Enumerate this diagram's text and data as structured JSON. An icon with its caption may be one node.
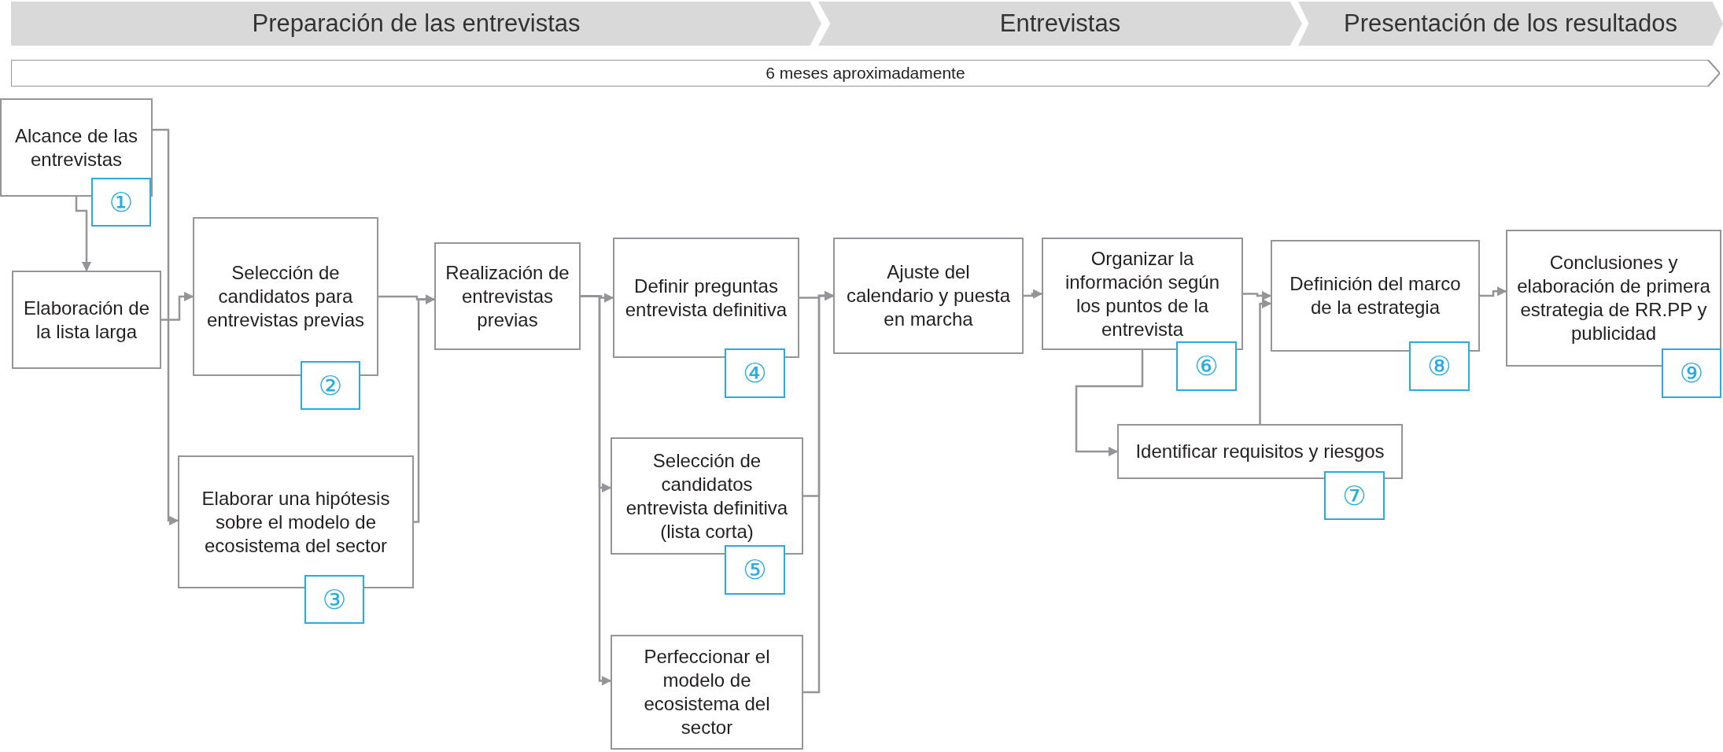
{
  "diagram": {
    "nodes": [
      {
        "text": [
          "Preparación de las entrevistas"
        ]
      },
      {
        "text": [
          "Entrevistas"
        ]
      },
      {
        "text": [
          "Presentación de los resultados"
        ]
      },
      {
        "text": [
          "6 meses aproximadamente"
        ]
      },
      {
        "text": [
          "Alcance de las entrevistas"
        ]
      },
      {
        "text": [
          "①"
        ]
      },
      {
        "text": [
          "Elaboración de la lista larga"
        ]
      },
      {
        "text": [
          "Selección de candidatos para entrevistas previas"
        ]
      },
      {
        "text": [
          "②"
        ]
      },
      {
        "text": [
          "Elaborar una hipótesis sobre el modelo de ecosistema del sector"
        ]
      },
      {
        "text": [
          "③"
        ]
      },
      {
        "text": [
          "Realización de entrevistas previas"
        ]
      },
      {
        "text": [
          "Definir preguntas entrevista definitiva"
        ]
      },
      {
        "text": [
          "④"
        ]
      },
      {
        "text": [
          "Selección de candidatos entrevista definitiva (lista corta)"
        ]
      },
      {
        "text": [
          "⑤"
        ]
      },
      {
        "text": [
          "Perfeccionar el modelo de ecosistema del sector"
        ]
      },
      {
        "text": [
          "Ajuste del calendario y puesta en marcha"
        ]
      },
      {
        "text": [
          "Organizar la información según los puntos de la entrevista"
        ]
      },
      {
        "text": [
          "⑥"
        ]
      },
      {
        "text": [
          "Identificar requisitos y riesgos"
        ]
      },
      {
        "text": [
          "⑦"
        ]
      },
      {
        "text": [
          "Definición del marco de la estrategia"
        ]
      },
      {
        "text": [
          "⑧"
        ]
      },
      {
        "text": [
          "Conclusiones y elaboración de primera estrategia de RR.PP y publicidad"
        ]
      },
      {
        "text": [
          "⑨"
        ]
      }
    ],
    "edges": [
      {
        "from": 4,
        "to": 6,
        "arrow": "to"
      },
      {
        "from": 4,
        "to": 9,
        "arrow": "to"
      },
      {
        "from": 6,
        "to": 7,
        "arrow": "to"
      },
      {
        "from": 7,
        "to": 11,
        "arrow": "to"
      },
      {
        "from": 9,
        "to": 11,
        "arrow": "to"
      },
      {
        "from": 11,
        "to": 12,
        "arrow": "to"
      },
      {
        "from": 11,
        "to": 14,
        "arrow": "to"
      },
      {
        "from": 11,
        "to": 16,
        "arrow": "to"
      },
      {
        "from": 12,
        "to": 17,
        "arrow": "to"
      },
      {
        "from": 14,
        "to": 17,
        "arrow": "to"
      },
      {
        "from": 16,
        "to": 17,
        "arrow": "to"
      },
      {
        "from": 17,
        "to": 18,
        "arrow": "to"
      },
      {
        "from": 18,
        "to": 20,
        "arrow": "to"
      },
      {
        "from": 18,
        "to": 22,
        "arrow": "to"
      },
      {
        "from": 20,
        "to": 22,
        "arrow": "to"
      },
      {
        "from": 22,
        "to": 24,
        "arrow": "to"
      }
    ]
  }
}
